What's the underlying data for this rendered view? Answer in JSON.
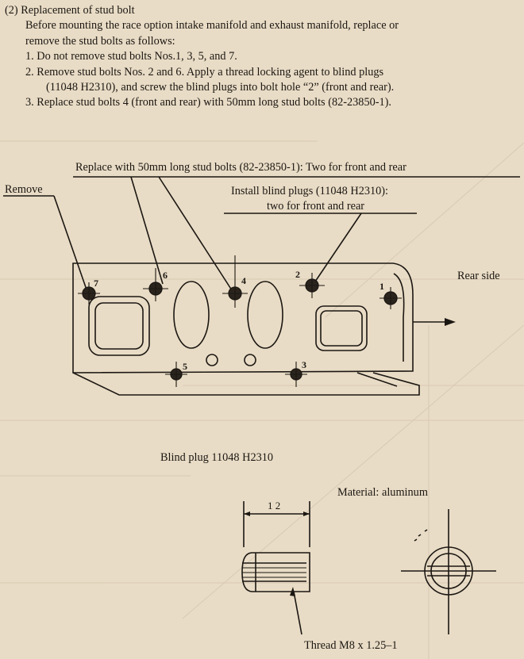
{
  "section": {
    "heading": "(2)   Replacement of stud bolt",
    "intro_line1": "Before mounting the race option intake manifold and exhaust manifold, replace or",
    "intro_line2": "remove the stud bolts as follows:",
    "steps": [
      {
        "line1": "1. Do not remove stud bolts Nos.1, 3, 5, and 7."
      },
      {
        "line1": "2. Remove stud bolts Nos. 2 and 6. Apply a thread locking agent to blind plugs",
        "line2": "(11048 H2310), and screw the blind plugs into bolt hole “2” (front and rear)."
      },
      {
        "line1": "3. Replace stud bolts 4 (front and rear) with 50mm long stud bolts (82-23850-1)."
      }
    ]
  },
  "head_diagram": {
    "replace_label": "Replace with 50mm long stud bolts (82-23850-1): Two for front and rear",
    "remove_label": "Remove",
    "install_label_line1": "Install blind plugs (11048 H2310):",
    "install_label_line2": "two for front and rear",
    "rear_side_label": "Rear side",
    "bolt_numbers": [
      "1",
      "2",
      "3",
      "4",
      "5",
      "6",
      "7"
    ]
  },
  "plug_diagram": {
    "caption": "Blind plug 11048 H2310",
    "material": "Material: aluminum",
    "dimension": "1 2",
    "thread": "Thread M8 x 1.25–1"
  },
  "colors": {
    "paper": "#e9dcc6",
    "ink": "#1b1712",
    "bleed": "#c9bba4"
  }
}
